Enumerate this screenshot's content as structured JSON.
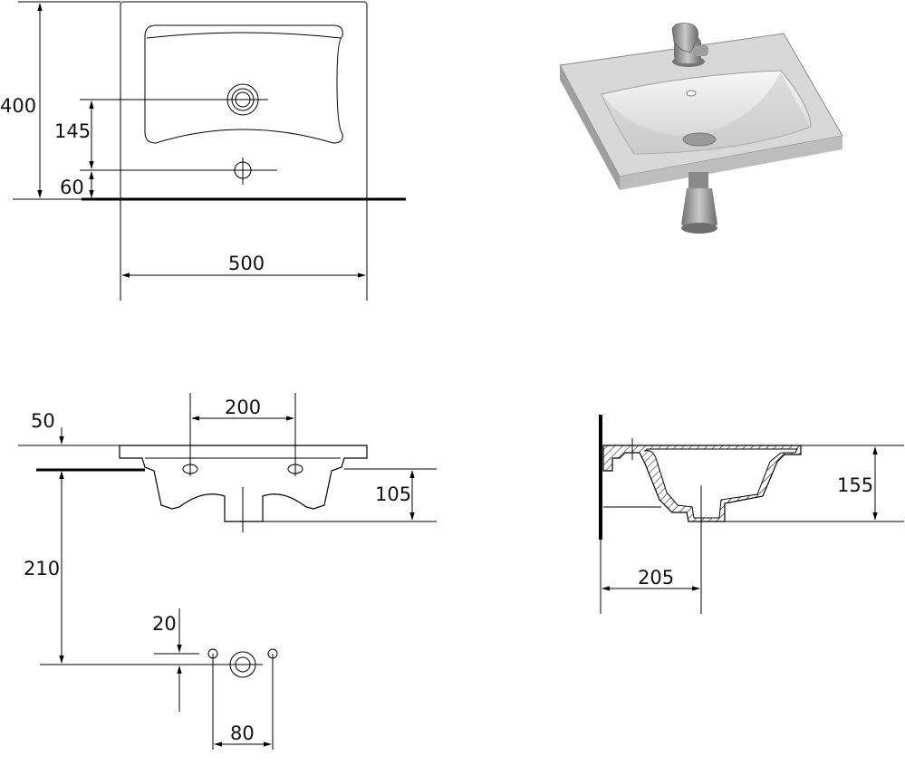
{
  "dimensions": {
    "top_view": {
      "height": "400",
      "tap_offset": "145",
      "drain_offset": "60",
      "width": "500"
    },
    "front_view": {
      "rim": "50",
      "hole_spacing": "200",
      "bowl_depth": "105",
      "drain_height": "210",
      "drain_rise": "20",
      "bolt_spacing": "80"
    },
    "section_view": {
      "total_depth": "155",
      "drain_from_wall": "205"
    }
  },
  "colors": {
    "ink": "#000000",
    "ceramic_light": "#f2f2f2",
    "ceramic_shade": "#b9b9b9",
    "chrome": "#8c8c8c"
  }
}
